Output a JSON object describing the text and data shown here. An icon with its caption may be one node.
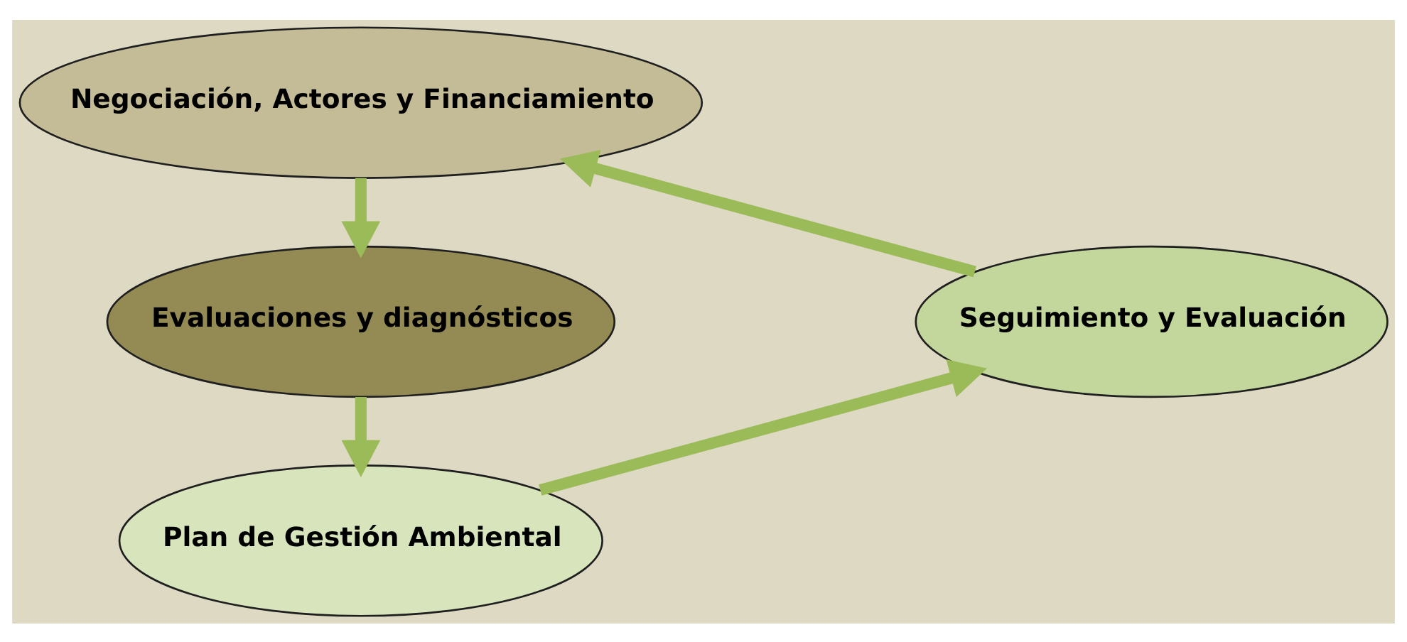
{
  "diagram": {
    "nodes": [
      {
        "text": [
          "Negociación, Actores y Financiamiento"
        ]
      },
      {
        "text": [
          "Evaluaciones y diagnósticos"
        ]
      },
      {
        "text": [
          "Plan de Gestión Ambiental"
        ]
      },
      {
        "text": [
          "Seguimiento y Evaluación"
        ]
      }
    ],
    "edges": [
      {
        "from": 0,
        "to": 1,
        "arrow": "to"
      },
      {
        "from": 1,
        "to": 2,
        "arrow": "to"
      },
      {
        "from": 2,
        "to": 3,
        "arrow": "to"
      },
      {
        "from": 3,
        "to": 0,
        "arrow": "to"
      }
    ]
  }
}
